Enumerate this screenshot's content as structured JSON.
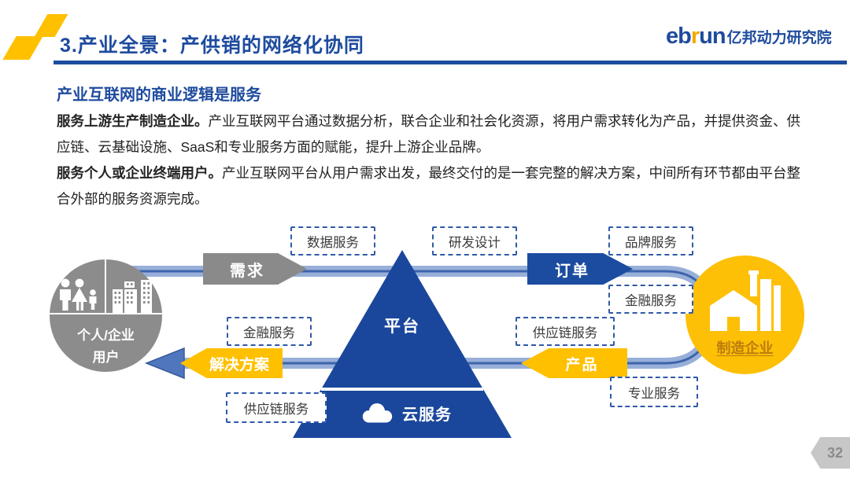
{
  "header": {
    "title": "3.产业全景：产供销的网络化协同",
    "logo": {
      "eb": "eb",
      "r": "r",
      "un": "un",
      "org": "亿邦动力研究院"
    }
  },
  "content": {
    "subtitle": "产业互联网的商业逻辑是服务",
    "paragraphs": [
      {
        "lead": "服务上游生产制造企业。",
        "body": "产业互联网平台通过数据分析，联合企业和社会化资源，将用户需求转化为产品，并提供资金、供应链、云基础设施、SaaS和专业服务方面的赋能，提升上游企业品牌。"
      },
      {
        "lead": "服务个人或企业终端用户。",
        "body": "产业互联网平台从用户需求出发，最终交付的是一套完整的解决方案，中间所有环节都由平台整合外部的服务资源完成。"
      }
    ]
  },
  "diagram": {
    "user_node": {
      "line1": "个人/企业",
      "line2": "用户"
    },
    "platform": {
      "label": "平台",
      "cloud_label": "云服务"
    },
    "manufacturer": {
      "label": "制造企业"
    },
    "flow_arrows": {
      "demand": "需求",
      "order": "订单",
      "solution": "解决方案",
      "product": "产品"
    },
    "service_boxes": [
      "数据服务",
      "研发设计",
      "品牌服务",
      "金融服务",
      "金融服务",
      "供应链服务",
      "供应链服务",
      "专业服务"
    ],
    "icons": {
      "user_node": "people-icon + buildings-icon",
      "platform_cloud": "cloud-icon",
      "manufacturer": "factory-icon"
    }
  },
  "footer": {
    "page_number": "32"
  },
  "colors": {
    "accent_blue": "#1E4B9E",
    "band_blue_light": "#97AFD9",
    "band_blue_dark": "#3D64AB",
    "brand_orange": "#F7A600",
    "yellow": "#FFC000",
    "gray_node": "#8C8C8C",
    "factory_label": "#BC7C0E"
  }
}
